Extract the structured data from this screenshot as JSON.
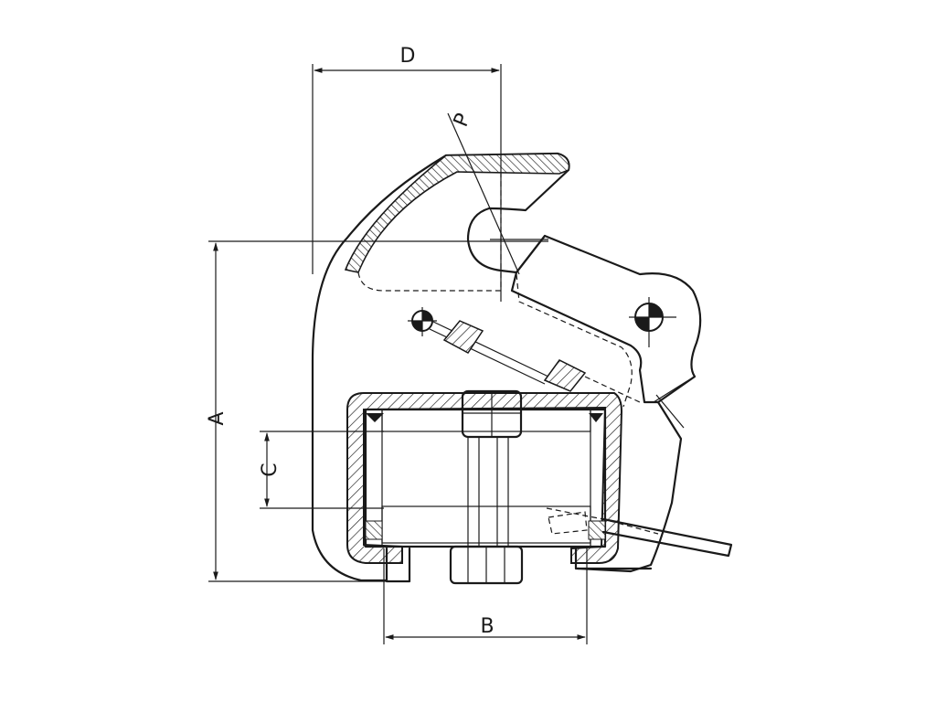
{
  "drawing": {
    "dimension_labels": {
      "a": "A",
      "b": "B",
      "c": "C",
      "d": "D",
      "p": "P"
    }
  }
}
